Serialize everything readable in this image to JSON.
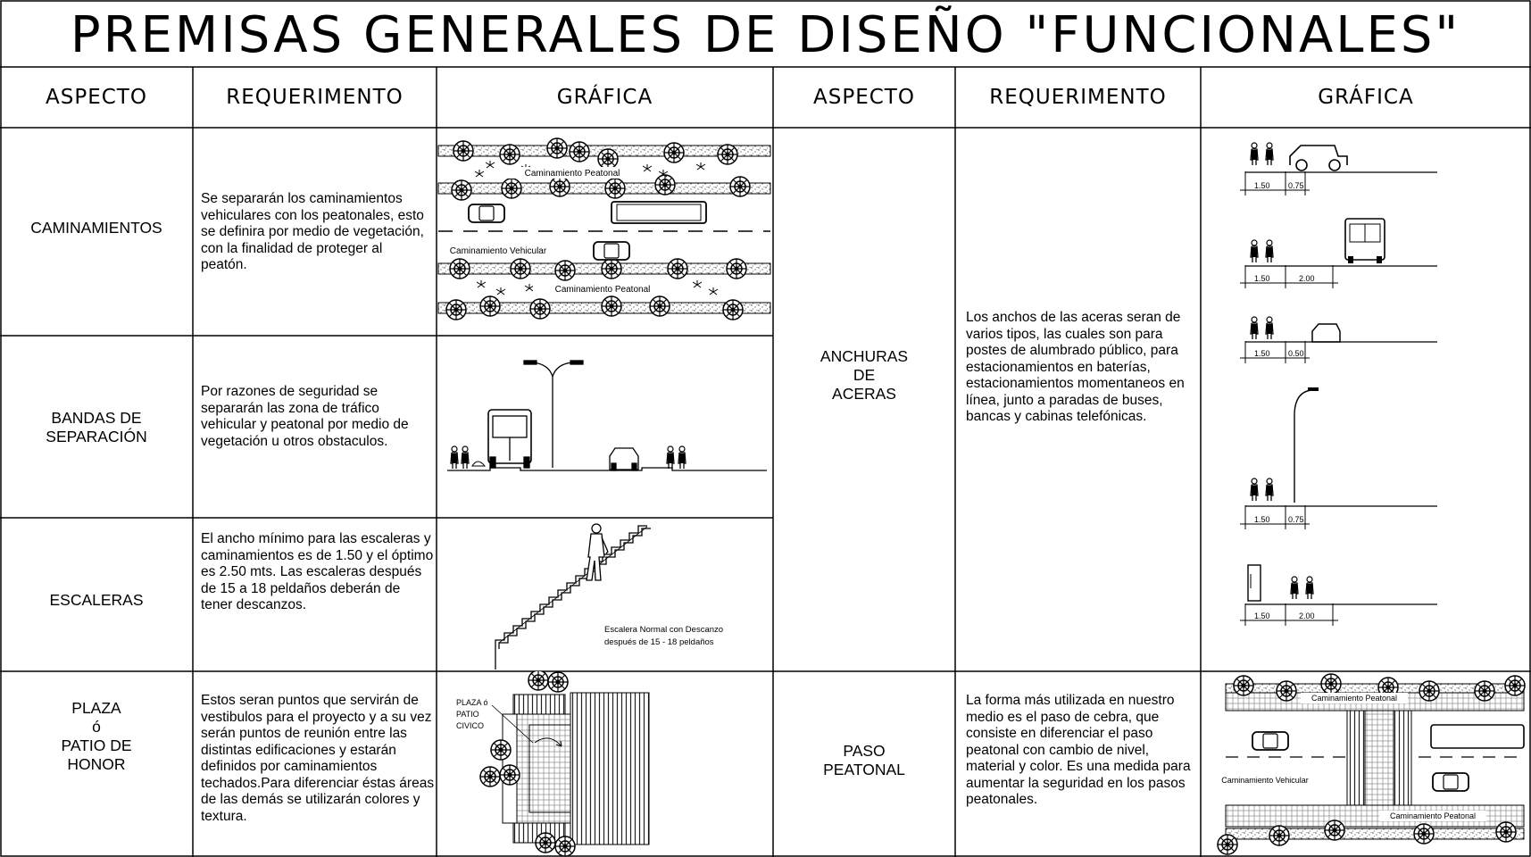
{
  "title": "PREMISAS GENERALES DE DISEÑO \"FUNCIONALES\"",
  "headers": {
    "left": {
      "aspecto": "ASPECTO",
      "requerimiento": "REQUERIMENTO",
      "grafica": "GRÁFICA"
    },
    "right": {
      "aspecto": "ASPECTO",
      "requerimiento": "REQUERIMENTO",
      "grafica": "GRÁFICA"
    }
  },
  "rows_left": [
    {
      "aspecto": "CAMINAMIENTOS",
      "requerimiento": "Se separarán los caminamientos vehiculares con los peatonales, esto se definira por medio de vegetación, con la finalidad de proteger al peatón.",
      "labels": {
        "top": "Caminamiento Peatonal",
        "mid": "Caminamiento Vehicular",
        "bottom": "Caminamiento Peatonal"
      }
    },
    {
      "aspecto_l1": "BANDAS DE",
      "aspecto_l2": "SEPARACIÓN",
      "requerimiento": "Por razones de seguridad se separarán las zona de tráfico vehicular y peatonal por medio de vegetación u otros obstaculos."
    },
    {
      "aspecto": "ESCALERAS",
      "requerimiento": "El ancho mínimo para las escaleras y caminamientos es de 1.50 y el óptimo es 2.50 mts. Las escaleras después de 15 a 18 peldaños deberán de tener descanzos.",
      "caption_l1": "Escalera Normal con Descanzo",
      "caption_l2": "después de 15 - 18 peldaños"
    },
    {
      "aspecto_l1": "PLAZA",
      "aspecto_l2": "ó",
      "aspecto_l3": "PATIO DE",
      "aspecto_l4": "HONOR",
      "requerimiento": "Estos seran puntos que servirán de vestibulos para el proyecto y a su vez serán puntos de reunión entre las distintas edificaciones y estarán definidos por caminamientos techados.Para diferenciar éstas áreas de las demás se utilizarán colores y textura.",
      "plaza_l1": "PLAZA ó",
      "plaza_l2": "PATIO",
      "plaza_l3": "CIVICO"
    }
  ],
  "rows_right": [
    {
      "aspecto_l1": "ANCHURAS",
      "aspecto_l2": "DE",
      "aspecto_l3": "ACERAS",
      "requerimiento": "Los anchos de las aceras seran de varios tipos, las cuales son para postes de alumbrado público, para estacionamientos en baterías, estacionamientos momentaneos en línea, junto a paradas de buses, bancas y cabinas telefónicas.",
      "dims": [
        {
          "a": "1.50",
          "b": "0.75"
        },
        {
          "a": "1.50",
          "b": "2.00"
        },
        {
          "a": "1.50",
          "b": "0.50"
        },
        {
          "a": "1.50",
          "b": "0.75"
        },
        {
          "a": "1.50",
          "b": "2.00"
        }
      ]
    },
    {
      "aspecto_l1": "PASO",
      "aspecto_l2": "PEATONAL",
      "requerimiento": "La forma más utilizada en nuestro medio es el paso de cebra, que consiste en diferenciar el paso peatonal con cambio de nivel, material y color. Es una medida para aumentar la seguridad en los pasos peatonales.",
      "labels": {
        "top": "Caminamiento Peatonal",
        "mid": "Caminamiento Vehicular",
        "bottom": "Caminamiento Peatonal"
      }
    }
  ]
}
